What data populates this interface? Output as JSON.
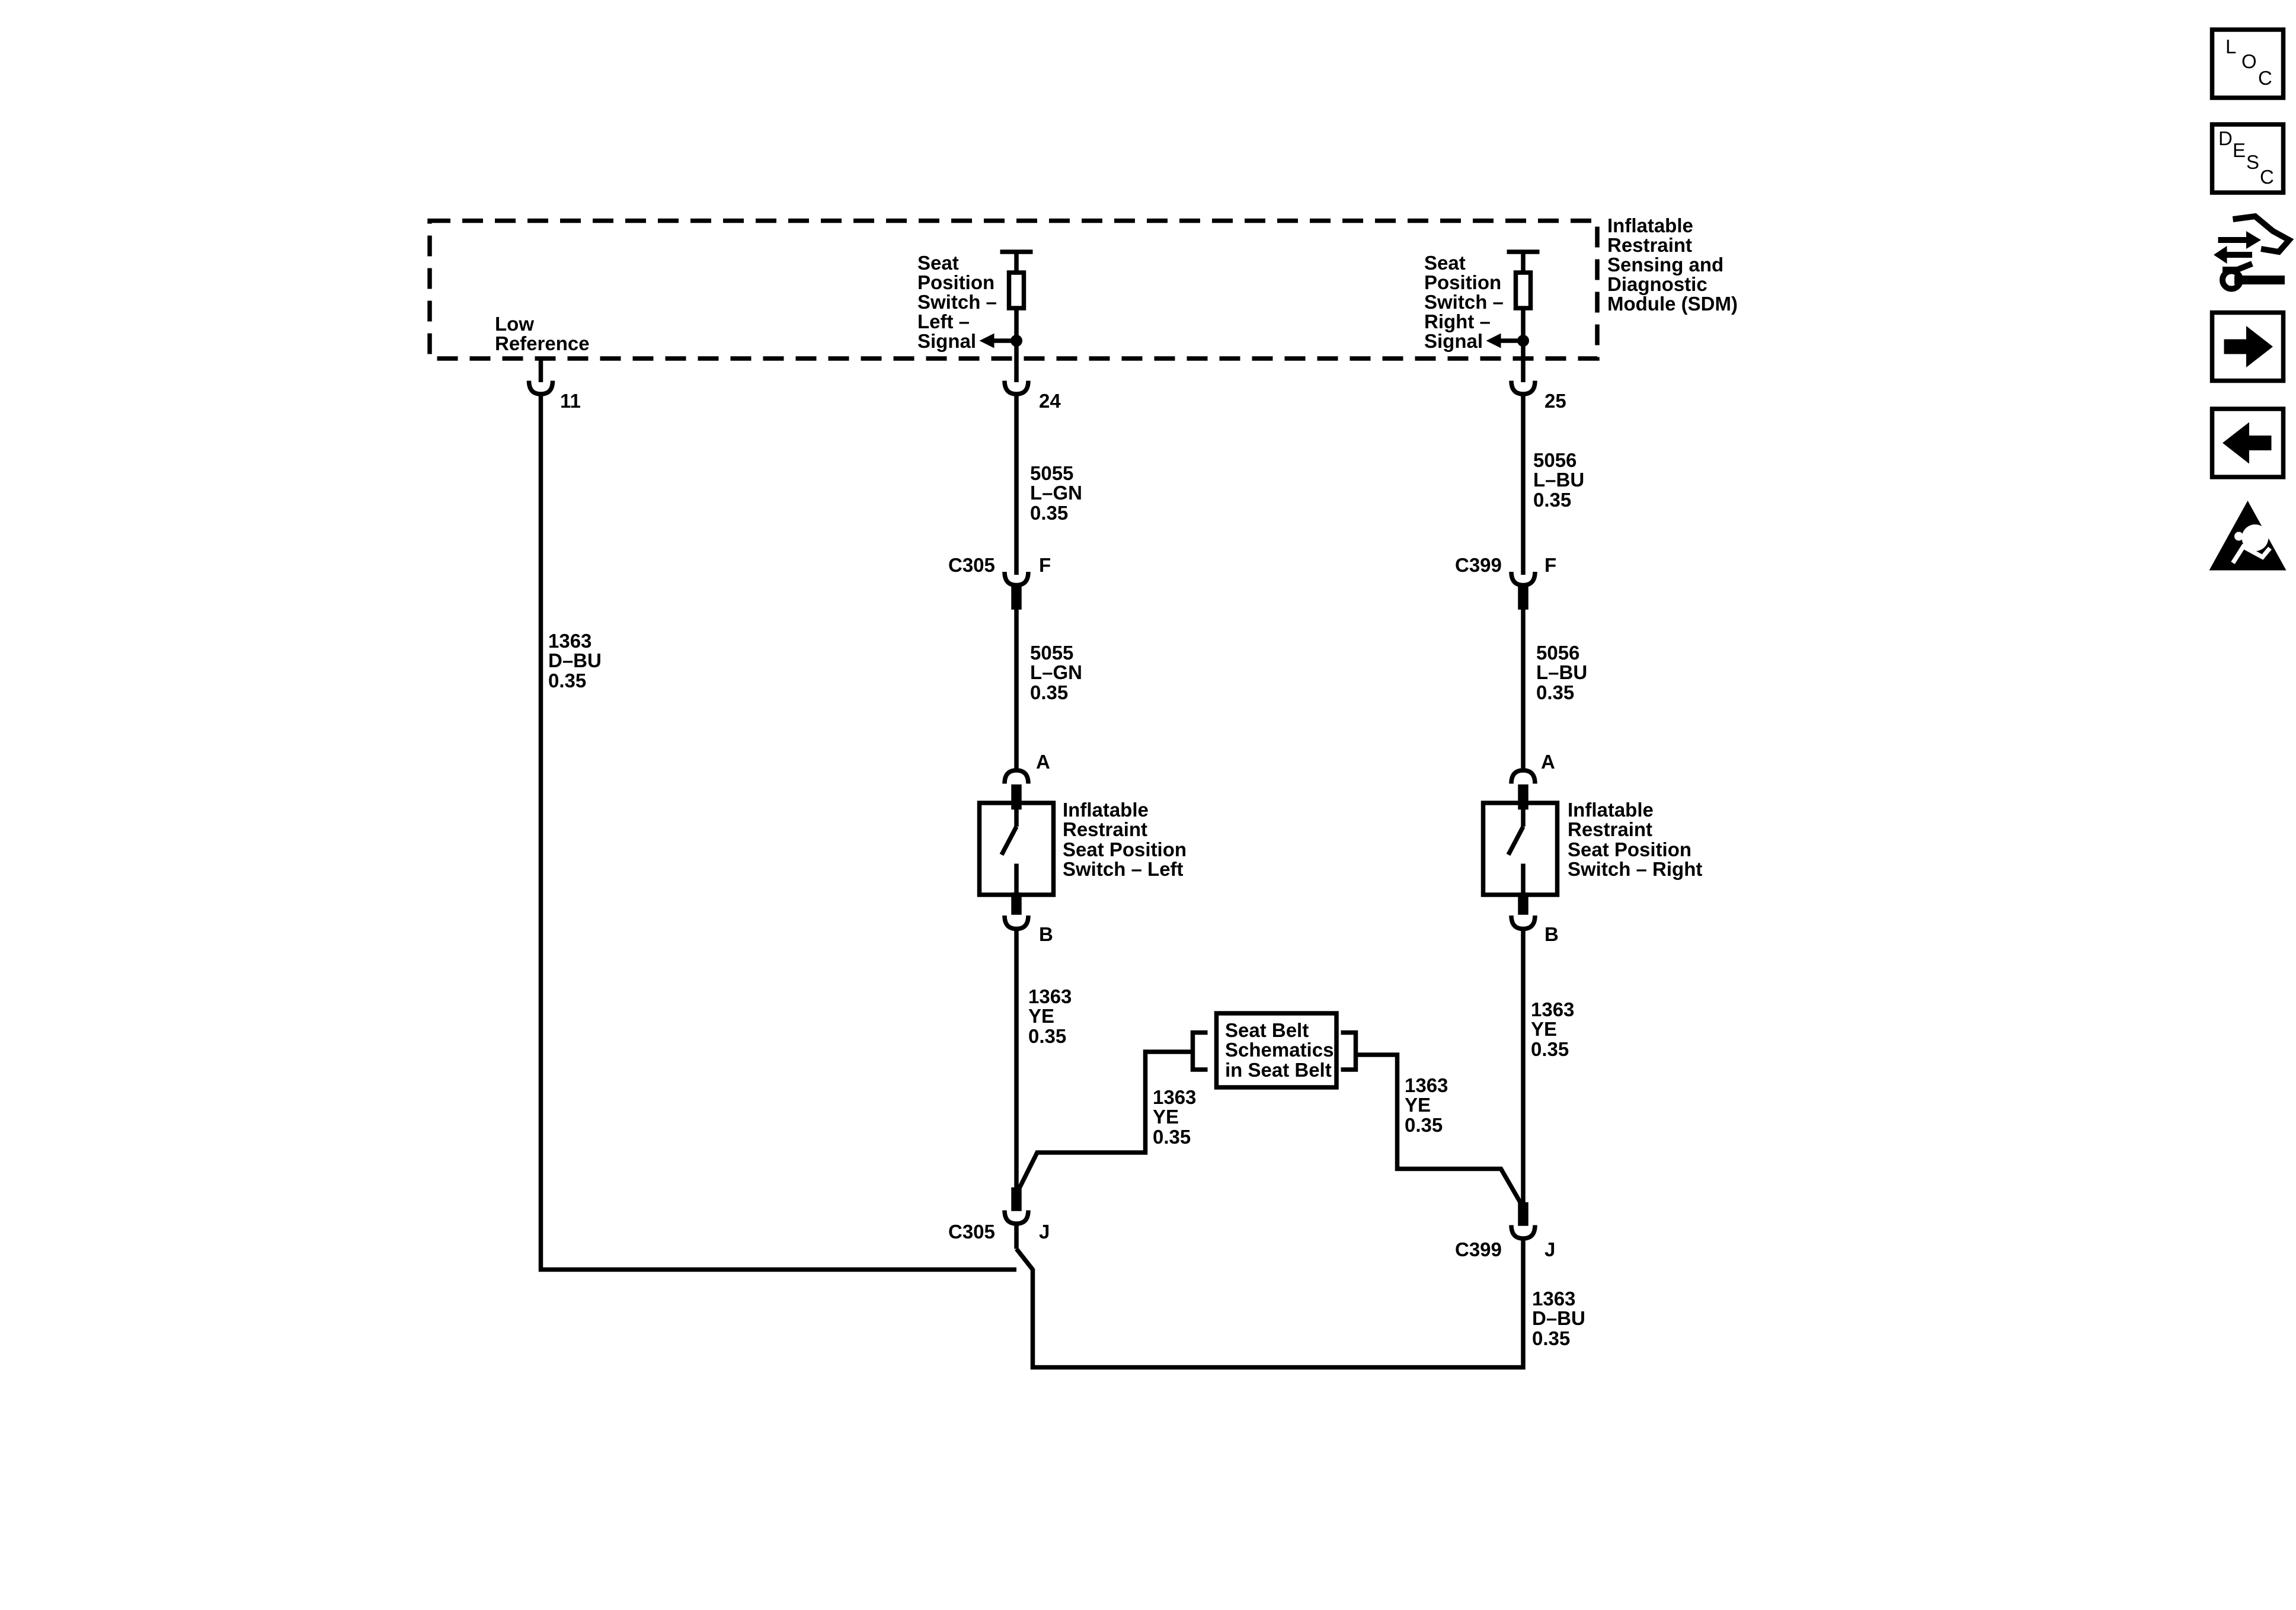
{
  "module": {
    "name_lines": [
      "Inflatable",
      "Restraint",
      "Sensing and",
      "Diagnostic",
      "Module (SDM)"
    ],
    "low_reference_lines": [
      "Low",
      "Reference"
    ],
    "signal_left_lines": [
      "Seat",
      "Position",
      "Switch –",
      "Left –",
      "Signal"
    ],
    "signal_right_lines": [
      "Seat",
      "Position",
      "Switch –",
      "Right –",
      "Signal"
    ],
    "pins": {
      "low_ref": "11",
      "left": "24",
      "right": "25"
    }
  },
  "wires": {
    "w1363_dbu_left": [
      "1363",
      "D–BU",
      "0.35"
    ],
    "w5055_upper": [
      "5055",
      "L–GN",
      "0.35"
    ],
    "w5055_lower": [
      "5055",
      "L–GN",
      "0.35"
    ],
    "w5056_upper": [
      "5056",
      "L–BU",
      "0.35"
    ],
    "w5056_lower": [
      "5056",
      "L–BU",
      "0.35"
    ],
    "w1363_ye_left": [
      "1363",
      "YE",
      "0.35"
    ],
    "w1363_ye_right": [
      "1363",
      "YE",
      "0.35"
    ],
    "w1363_ye_belt_left": [
      "1363",
      "YE",
      "0.35"
    ],
    "w1363_ye_belt_right": [
      "1363",
      "YE",
      "0.35"
    ],
    "w1363_dbu_bottom": [
      "1363",
      "D–BU",
      "0.35"
    ]
  },
  "connectors": {
    "c305_f": {
      "name": "C305",
      "pin": "F"
    },
    "c399_f": {
      "name": "C399",
      "pin": "F"
    },
    "c305_j": {
      "name": "C305",
      "pin": "J"
    },
    "c399_j": {
      "name": "C399",
      "pin": "J"
    }
  },
  "switches": {
    "left": {
      "pin_top": "A",
      "pin_bottom": "B",
      "name_lines": [
        "Inflatable",
        "Restraint",
        "Seat Position",
        "Switch – Left"
      ]
    },
    "right": {
      "pin_top": "A",
      "pin_bottom": "B",
      "name_lines": [
        "Inflatable",
        "Restraint",
        "Seat Position",
        "Switch – Right"
      ]
    }
  },
  "seat_belt_box": {
    "lines": [
      "Seat Belt",
      "Schematics",
      "in Seat Belt"
    ]
  },
  "sidebar": {
    "loc": {
      "letters": [
        "L",
        "O",
        "C"
      ]
    },
    "desc": {
      "letters": [
        "D",
        "E",
        "S",
        "C"
      ]
    },
    "icons": [
      "connector-end-view-icon",
      "next-arrow-icon",
      "previous-arrow-icon",
      "airbag-warning-icon"
    ]
  }
}
